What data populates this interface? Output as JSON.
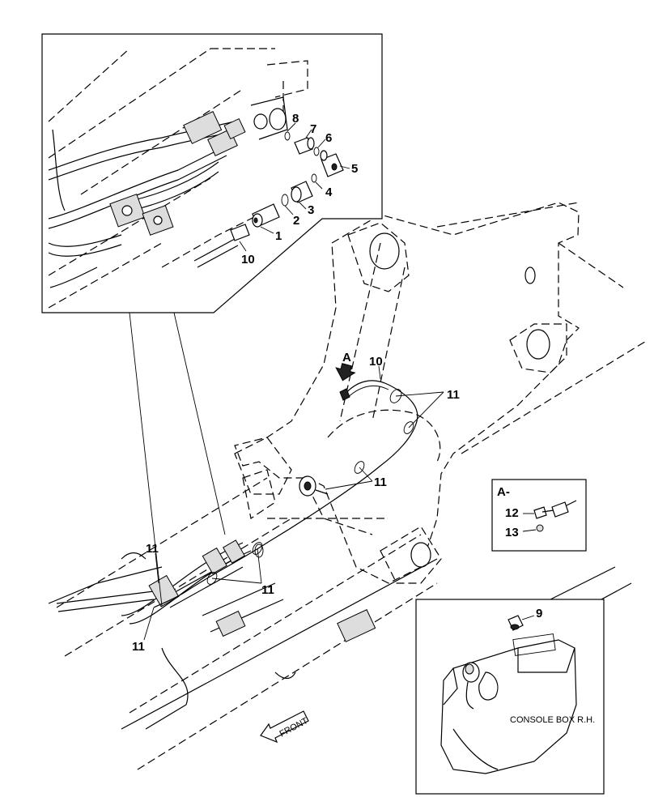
{
  "detail_view": {
    "arrow_label": "A",
    "inset_label": "A-"
  },
  "callouts": {
    "c1": "1",
    "c2": "2",
    "c3": "3",
    "c4": "4",
    "c5": "5",
    "c6": "6",
    "c7": "7",
    "c8": "8",
    "c9": "9",
    "c10_top": "10",
    "c10_main": "10",
    "c11_a": "11",
    "c11_b": "11",
    "c11_c": "11",
    "c11_d": "11",
    "c11_e": "11",
    "c12": "12",
    "c13": "13"
  },
  "console_box_label": "CONSOLE BOX R.H.",
  "front_label": "FRONT"
}
